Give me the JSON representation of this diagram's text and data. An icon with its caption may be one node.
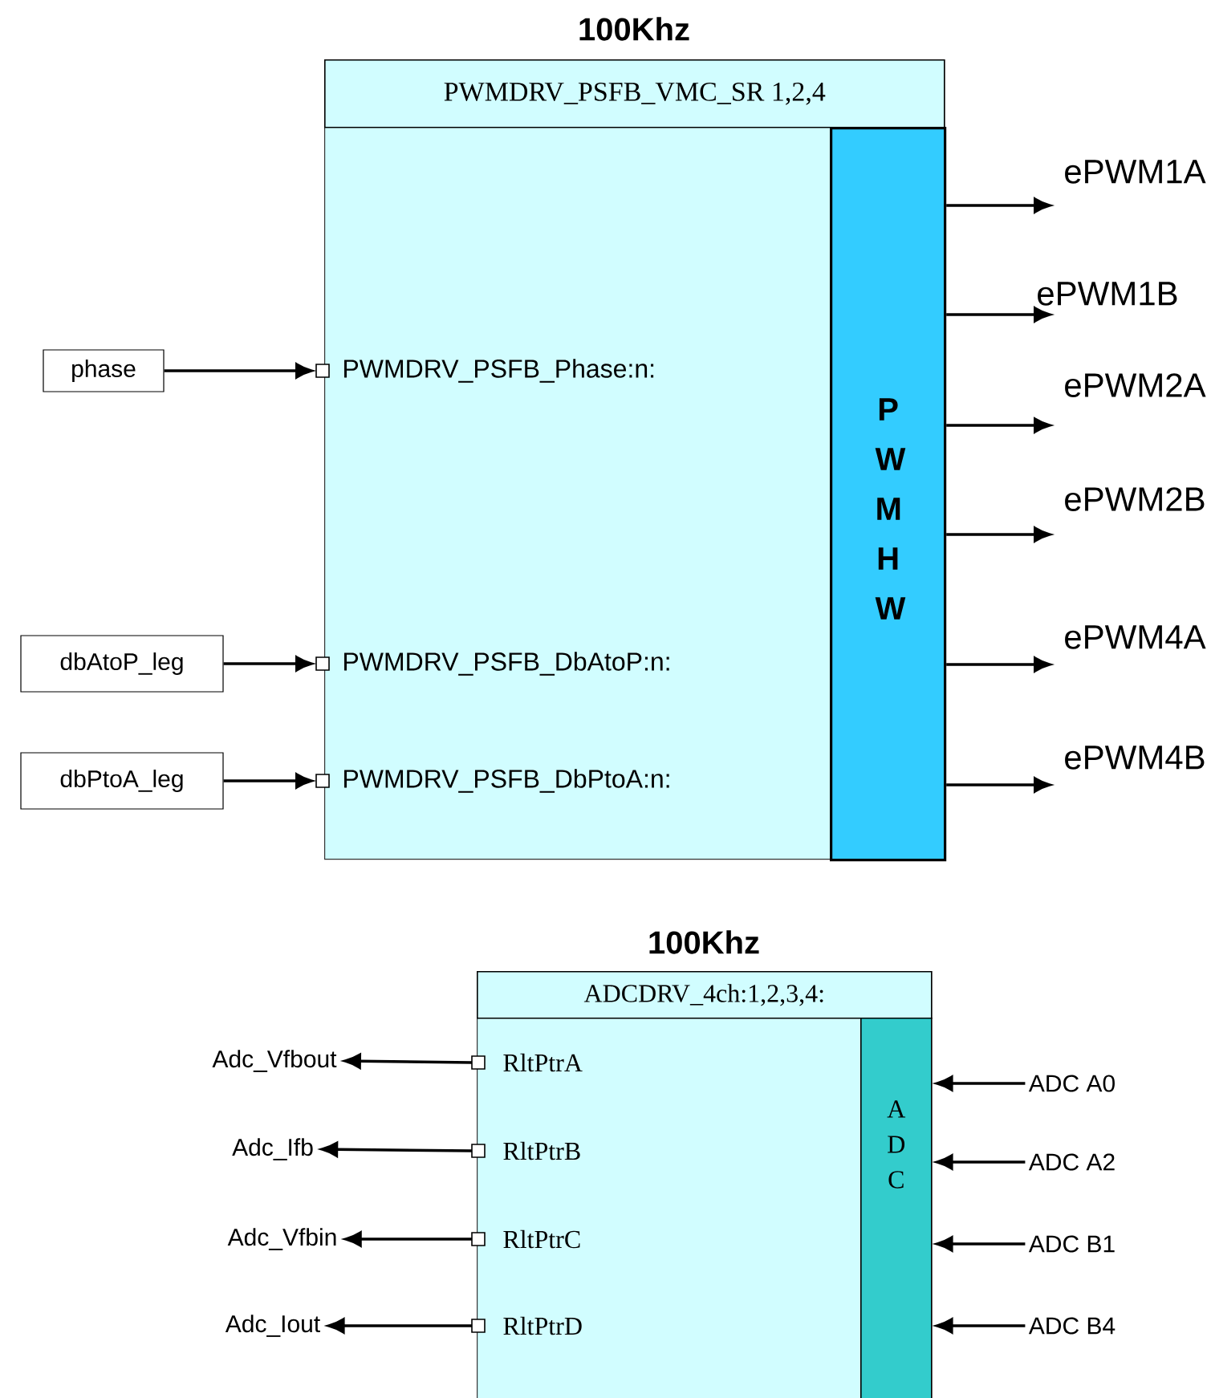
{
  "diagram": {
    "nodes": [
      {
        "text": [
          "100Khz",
          "PWMDRV_PSFB_VMC_SR   1,2,4"
        ]
      },
      {
        "text": [
          "PWMDRV_PSFB_Phase:n:"
        ],
        "in": 0
      },
      {
        "text": [
          "PWMDRV_PSFB_DbAtoP:n:"
        ],
        "in": 0
      },
      {
        "text": [
          "PWMDRV_PSFB_DbPtoA:n:"
        ],
        "in": 0
      },
      {
        "text": [
          "P W M H W"
        ],
        "in": 0
      },
      {
        "text": [
          "phase"
        ]
      },
      {
        "text": [
          "dbAtoP_leg"
        ]
      },
      {
        "text": [
          "dbPtoA_leg"
        ]
      },
      {
        "text": [
          "ePWM1A"
        ]
      },
      {
        "text": [
          "ePWM1B"
        ]
      },
      {
        "text": [
          "ePWM2A"
        ]
      },
      {
        "text": [
          "ePWM2B"
        ]
      },
      {
        "text": [
          "ePWM4A"
        ]
      },
      {
        "text": [
          "ePWM4B"
        ]
      },
      {
        "text": [
          "100Khz",
          "ADCDRV_4ch:1,2,3,4:"
        ]
      },
      {
        "text": [
          "RltPtrA"
        ],
        "in": 14
      },
      {
        "text": [
          "RltPtrB"
        ],
        "in": 14
      },
      {
        "text": [
          "RltPtrC"
        ],
        "in": 14
      },
      {
        "text": [
          "RltPtrD"
        ],
        "in": 14
      },
      {
        "text": [
          "A D C"
        ],
        "in": 14
      },
      {
        "text": [
          "Adc_Vfbout"
        ]
      },
      {
        "text": [
          "Adc_Ifb"
        ]
      },
      {
        "text": [
          "Adc_Vfbin"
        ]
      },
      {
        "text": [
          "Adc_Iout"
        ]
      },
      {
        "text": [
          "ADC A0"
        ]
      },
      {
        "text": [
          "ADC A2"
        ]
      },
      {
        "text": [
          "ADC B1"
        ]
      },
      {
        "text": [
          "ADC B4"
        ]
      }
    ],
    "edges": [
      {
        "from": 5,
        "to": 1,
        "arrow": "to"
      },
      {
        "from": 6,
        "to": 2,
        "arrow": "to"
      },
      {
        "from": 7,
        "to": 3,
        "arrow": "to"
      },
      {
        "from": 4,
        "to": 8,
        "arrow": "to"
      },
      {
        "from": 4,
        "to": 9,
        "arrow": "to"
      },
      {
        "from": 4,
        "to": 10,
        "arrow": "to"
      },
      {
        "from": 4,
        "to": 11,
        "arrow": "to"
      },
      {
        "from": 4,
        "to": 12,
        "arrow": "to"
      },
      {
        "from": 4,
        "to": 13,
        "arrow": "to"
      },
      {
        "from": 15,
        "to": 20,
        "arrow": "to"
      },
      {
        "from": 16,
        "to": 21,
        "arrow": "to"
      },
      {
        "from": 17,
        "to": 22,
        "arrow": "to"
      },
      {
        "from": 18,
        "to": 23,
        "arrow": "to"
      },
      {
        "from": 24,
        "to": 19,
        "arrow": "to"
      },
      {
        "from": 25,
        "to": 19,
        "arrow": "to"
      },
      {
        "from": 26,
        "to": 19,
        "arrow": "to"
      },
      {
        "from": 27,
        "to": 19,
        "arrow": "to"
      }
    ]
  }
}
